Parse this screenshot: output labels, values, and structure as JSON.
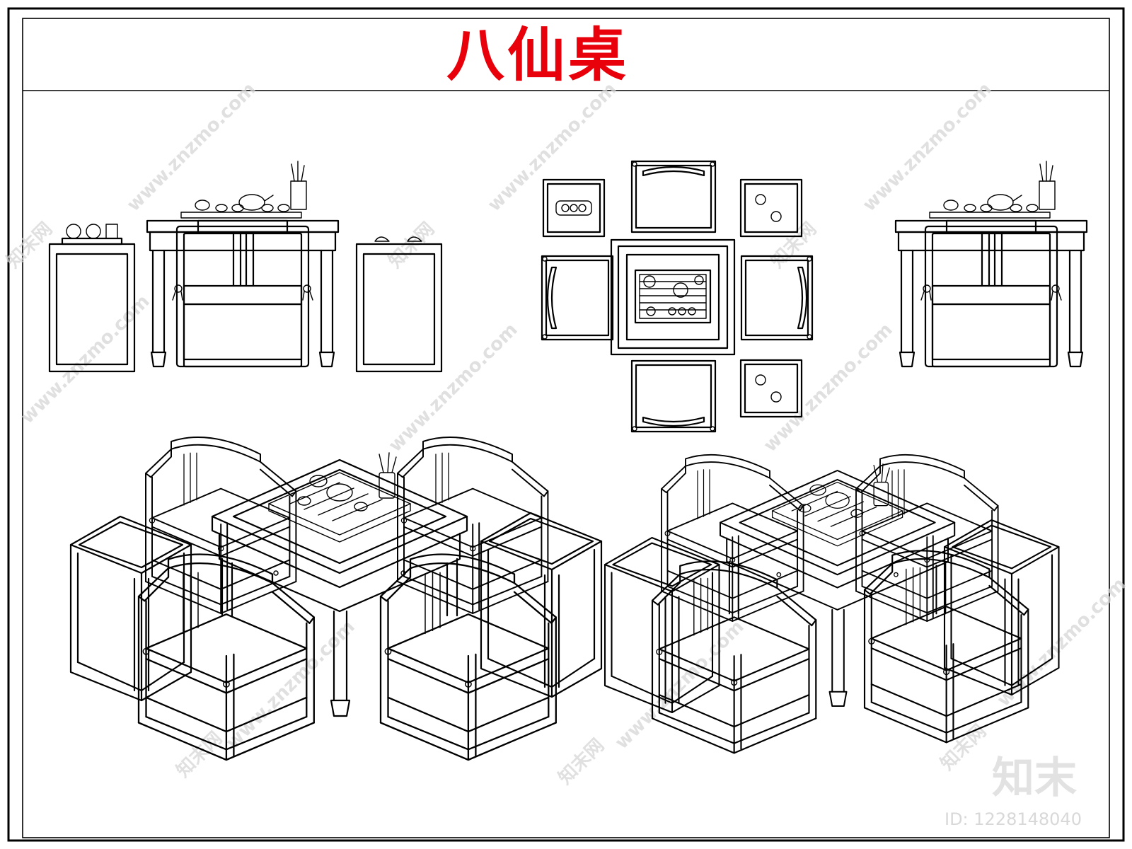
{
  "title": "八仙桌",
  "watermark": {
    "site": "www.znzmo.com",
    "brand": "知末网",
    "logo": "知末",
    "id_text": "ID: 1228148040"
  },
  "colors": {
    "title": "#e8000b",
    "lines": "#000000",
    "watermark": "#d6d6d6"
  },
  "views": [
    "front-elevation",
    "top-plan",
    "side-elevation",
    "isometric-left",
    "isometric-right"
  ]
}
